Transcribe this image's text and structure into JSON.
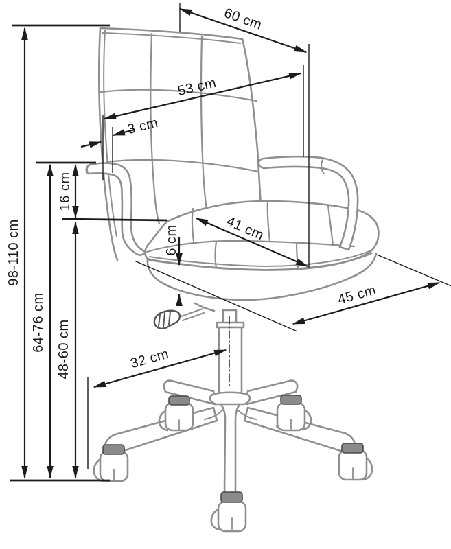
{
  "diagram": {
    "subject": "office swivel chair dimensional drawing",
    "unit": "cm",
    "colors": {
      "ink": "#1c1c1c",
      "chair_outline": "#8f8f8f",
      "caster_cap": "#8a8a8a",
      "background": "#ffffff"
    },
    "dimensions": {
      "overall_height": "98-110 cm",
      "armrest_height": "64-76 cm",
      "seat_height": "48-60 cm",
      "armrest_above_seat": "16 cm",
      "backrest_thickness": "3 cm",
      "overall_width": "60 cm",
      "backrest_width": "53 cm",
      "seat_width": "41 cm",
      "seat_cushion_thickness": "6 cm",
      "seat_depth": "45 cm",
      "base_leg_span": "32 cm"
    }
  }
}
